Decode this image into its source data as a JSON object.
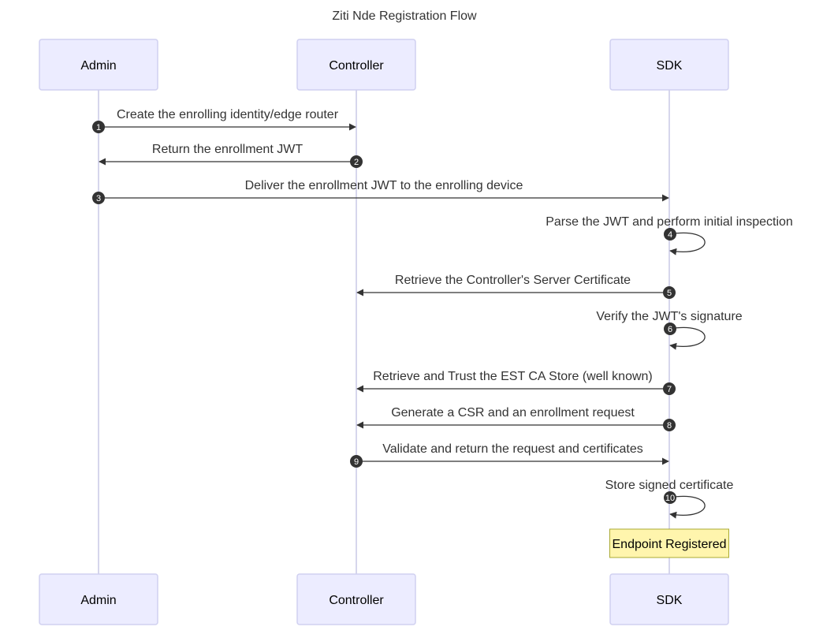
{
  "title": "Ziti Nde Registration Flow",
  "participants": [
    {
      "id": "admin",
      "label": "Admin"
    },
    {
      "id": "controller",
      "label": "Controller"
    },
    {
      "id": "sdk",
      "label": "SDK"
    }
  ],
  "messages": [
    {
      "number": "1",
      "from": "admin",
      "to": "controller",
      "text": "Create the enrolling identity/edge router"
    },
    {
      "number": "2",
      "from": "controller",
      "to": "admin",
      "text": "Return the enrollment JWT"
    },
    {
      "number": "3",
      "from": "admin",
      "to": "sdk",
      "text": "Deliver the enrollment JWT to the enrolling device"
    },
    {
      "number": "4",
      "from": "sdk",
      "to": "sdk",
      "text": "Parse the JWT and perform initial inspection"
    },
    {
      "number": "5",
      "from": "sdk",
      "to": "controller",
      "text": "Retrieve the Controller's Server Certificate"
    },
    {
      "number": "6",
      "from": "sdk",
      "to": "sdk",
      "text": "Verify the JWT's signature"
    },
    {
      "number": "7",
      "from": "sdk",
      "to": "controller",
      "text": "Retrieve and Trust the EST CA Store (well known)"
    },
    {
      "number": "8",
      "from": "sdk",
      "to": "controller",
      "text": "Generate a CSR and an enrollment request"
    },
    {
      "number": "9",
      "from": "controller",
      "to": "sdk",
      "text": "Validate and return the request and certificates"
    },
    {
      "number": "10",
      "from": "sdk",
      "to": "sdk",
      "text": "Store signed certificate"
    }
  ],
  "note": {
    "over": "sdk",
    "text": "Endpoint Registered"
  },
  "colors": {
    "actor_fill": "#ececff",
    "actor_border": "#d0d0f0",
    "lifeline": "#c8c8e6",
    "message": "#333333",
    "note_fill": "#fff5ad",
    "note_border": "#aaaa33"
  }
}
